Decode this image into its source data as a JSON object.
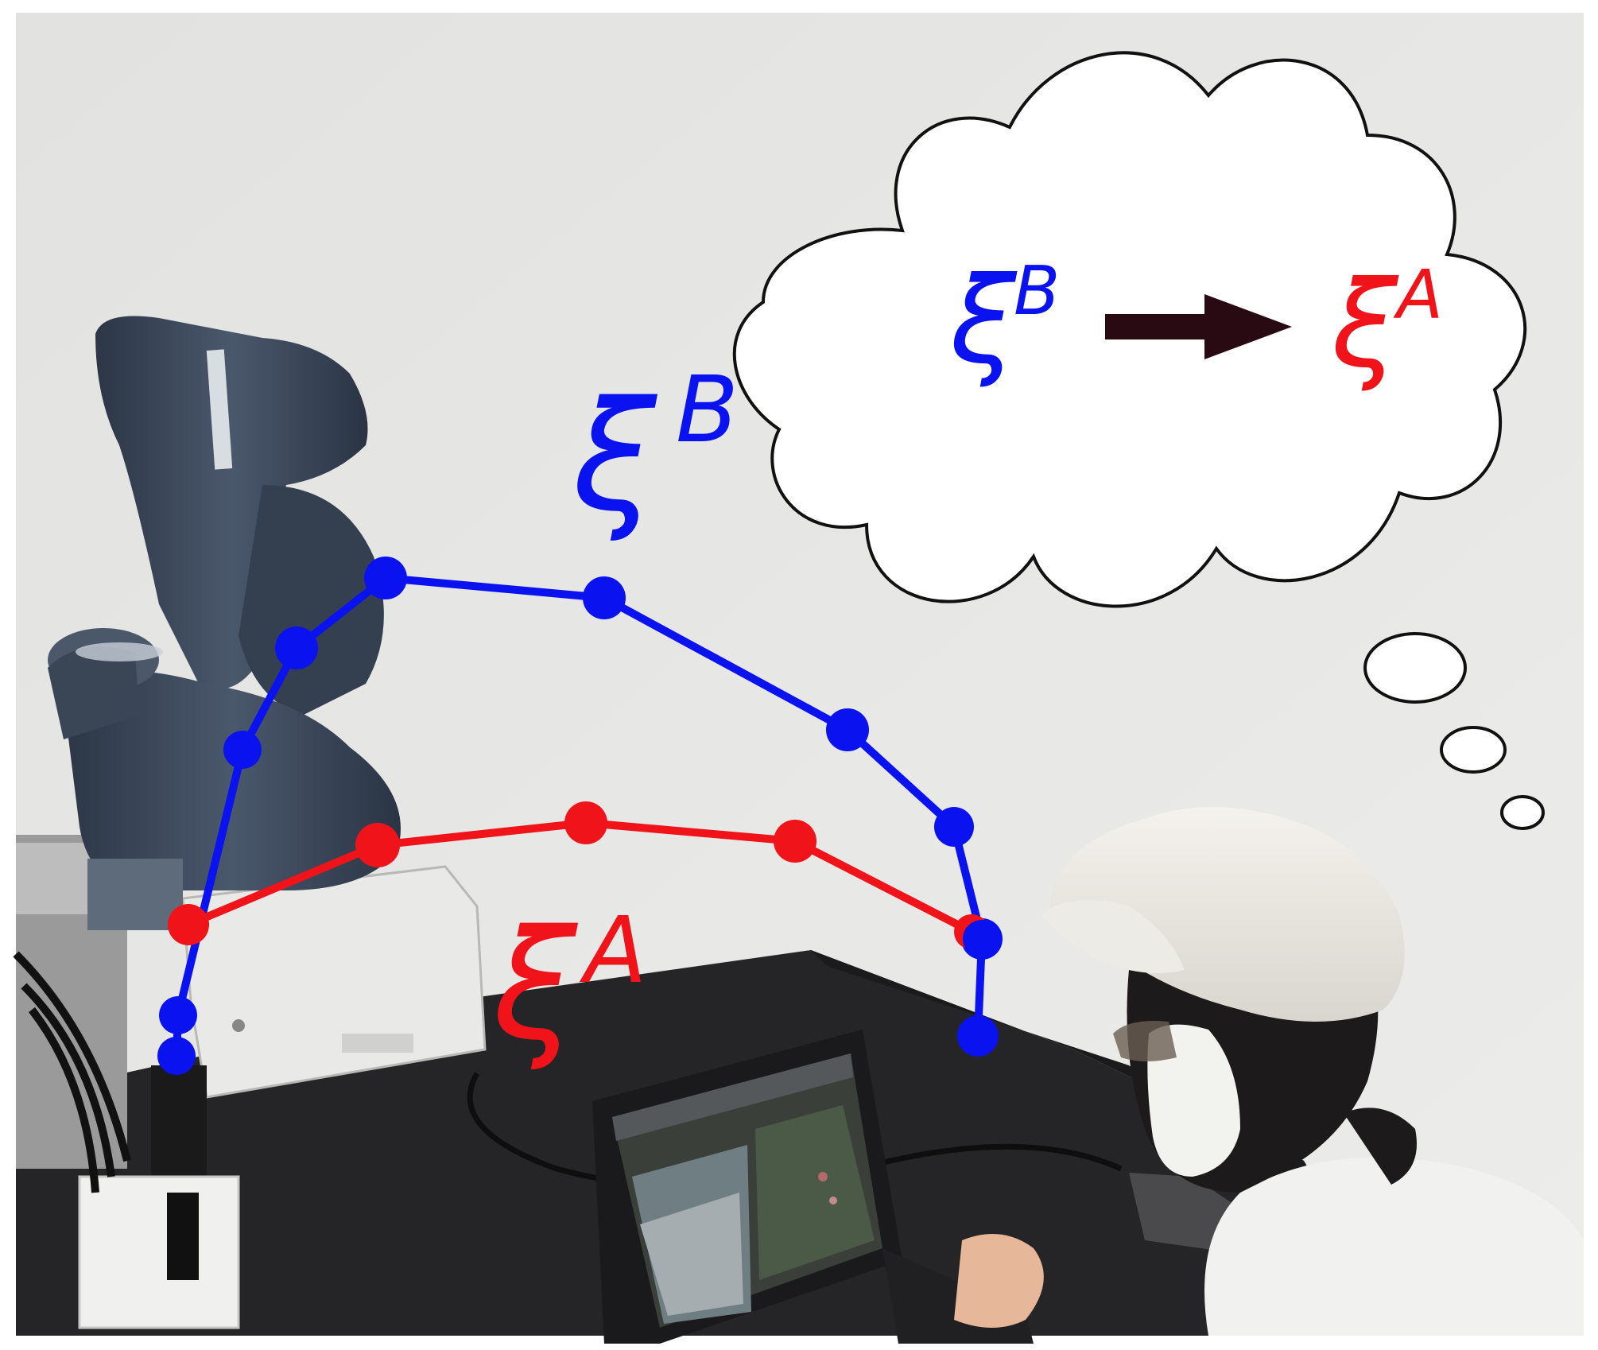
{
  "labels": {
    "traj_b_symbol": "ξ",
    "traj_b_super": "B",
    "traj_a_symbol": "ξ",
    "traj_a_super": "A",
    "cloud_from_symbol": "ξ",
    "cloud_from_super": "B",
    "cloud_to_symbol": "ξ",
    "cloud_to_super": "A"
  },
  "colors": {
    "trajectory_b": "#0a12f0",
    "trajectory_a": "#f0141a",
    "arrow": "#2a0a12",
    "cloud_fill": "#ffffff",
    "cloud_stroke": "#111111",
    "wall": "#e6e6e4",
    "table": "#262628",
    "robot": "#3a4658"
  },
  "icons": {
    "thought_arrow": "right-arrow-icon"
  }
}
